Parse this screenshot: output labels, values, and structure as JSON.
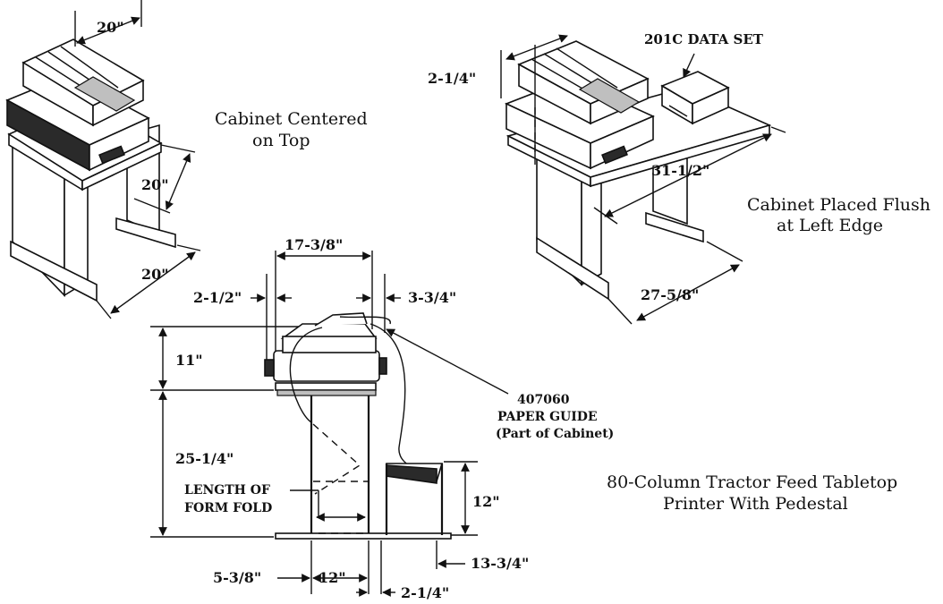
{
  "captions": {
    "left_view": [
      "Cabinet Centered",
      "on Top"
    ],
    "right_view": [
      "Cabinet Placed Flush",
      "at Left Edge"
    ],
    "title": [
      "80-Column Tractor Feed Tabletop",
      "Printer With Pedestal"
    ]
  },
  "labels": {
    "data_set": "201C DATA SET",
    "paper_guide": [
      "407060",
      "PAPER GUIDE",
      "(Part of Cabinet)"
    ],
    "form_fold": [
      "LENGTH OF",
      "FORM FOLD"
    ]
  },
  "dimensions": {
    "left_top_width": "20\"",
    "left_side_depth": "20\"",
    "left_floor_width": "20\"",
    "right_offset": "2-1/4\"",
    "right_depth": "31-1/2\"",
    "right_width": "27-5/8\"",
    "front_top_width": "17-3/8\"",
    "front_left_gap": "2-1/2\"",
    "front_right_gap": "3-3/4\"",
    "front_cabinet_height": "11\"",
    "front_pedestal_height": "25-1/4\"",
    "front_tray_height": "12\"",
    "front_left_margin": "5-3/8\"",
    "front_base_width": "12\"",
    "front_gap_right": "2-1/4\"",
    "front_tray_depth": "13-3/4\""
  }
}
